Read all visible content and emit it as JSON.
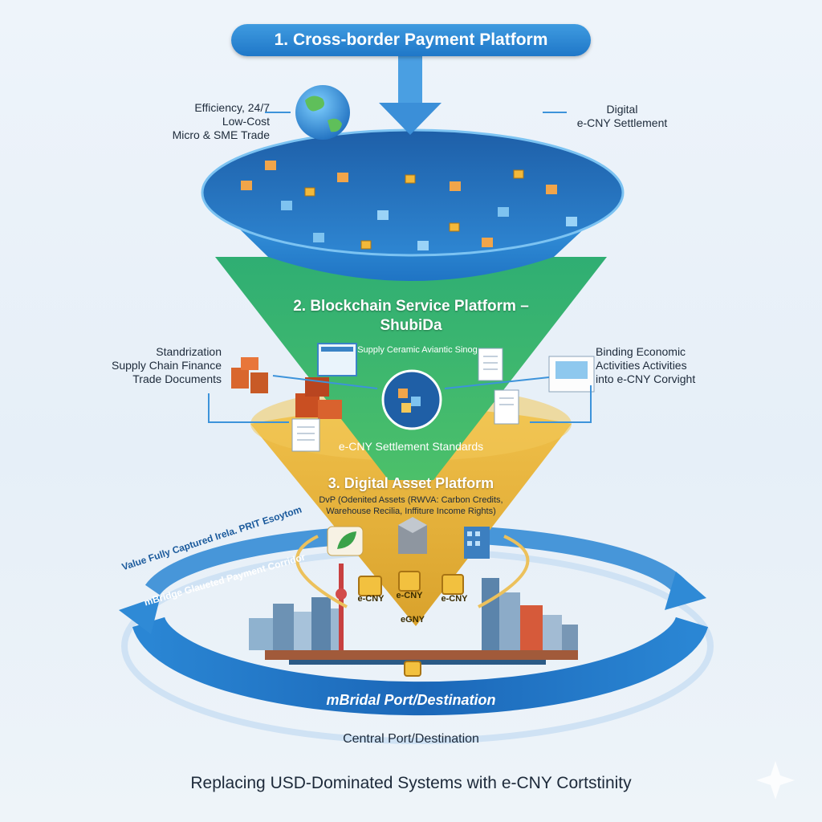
{
  "title": "1. Cross-border Payment Platform",
  "top_left_label": [
    "Efficiency, 24/7",
    "Low-Cost",
    "Micro & SME Trade"
  ],
  "top_right_label": [
    "Digital",
    "e-CNY Settlement"
  ],
  "stage2": {
    "title_line1": "2. Blockchain Service Platform –",
    "title_line2": "ShubiDa",
    "banner": "Supply Ceramic Aviantic Sinog",
    "settlement": "e-CNY Settlement Standards"
  },
  "mid_left_label": [
    "Standrization",
    "Supply Chain Finance",
    "Trade Documents"
  ],
  "mid_right_label": [
    "Binding Economic",
    "Activities Activities",
    "into e-CNY Corvight"
  ],
  "stage3": {
    "title": "3. Digital Asset Platform",
    "desc_line1": "DvP (Odenited Assets (RWVA: Carbon Credits,",
    "desc_line2": "Warehouse Recilia, Inffiture Income Rights)",
    "locks": [
      "e-CNY",
      "e-CNY",
      "eGNY",
      "e-CNY"
    ]
  },
  "ring": {
    "arc_text1": "Value Fully Captured Irela. PRIT Esoytom",
    "arc_text2": "mBridge Glaueted Payment Corridor",
    "bottom": "mBridal Port/Destination"
  },
  "central": "Central Port/Destination",
  "footer": "Replacing USD-Dominated Systems with e-CNY Cortstinity",
  "colors": {
    "primary_blue": "#1f77c8",
    "funnel_blue": "#2a87d1",
    "funnel_green": "#35b06b",
    "funnel_gold": "#e6b33c",
    "ring_blue": "#1e74c6"
  }
}
